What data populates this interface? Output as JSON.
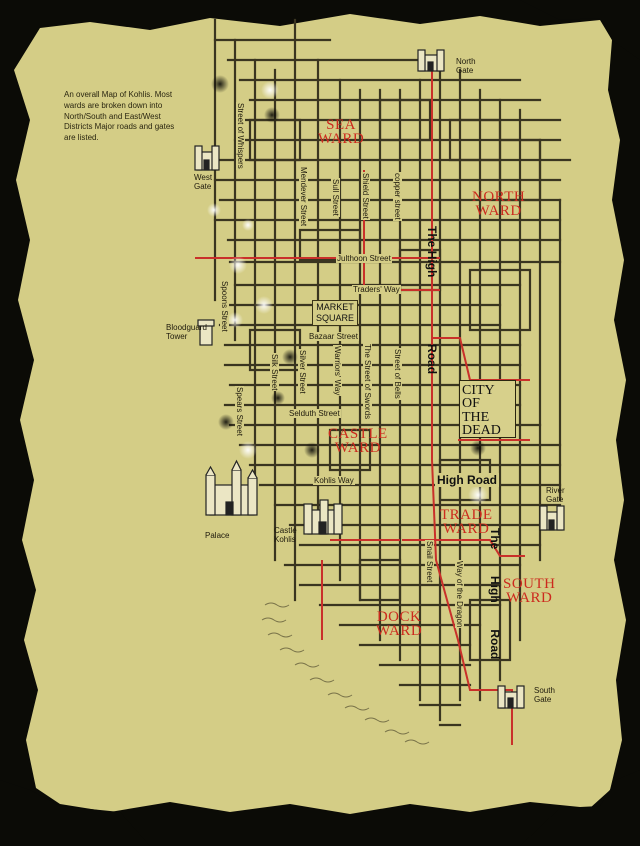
{
  "legend": "An overall Map of Kohlis.  Most wards are broken down into North/South and East/West Districts Major roads and gates are listed.",
  "wards": {
    "sea": [
      "SEA",
      "WARD"
    ],
    "north": [
      "NORTH",
      "WARD"
    ],
    "castle": [
      "CASTLE",
      "WARD"
    ],
    "trade": [
      "TRADE",
      "WARD"
    ],
    "south": [
      "SOUTH",
      "WARD"
    ],
    "dock": [
      "DOCK",
      "WARD"
    ]
  },
  "city_of_the_dead": [
    "CITY OF",
    "THE",
    "DEAD"
  ],
  "market_square": [
    "MARKET",
    "SQUARE"
  ],
  "gates": {
    "north": [
      "North",
      "Gate"
    ],
    "west": [
      "West",
      "Gate"
    ],
    "river": [
      "River",
      "Gate"
    ],
    "south": [
      "South",
      "Gate"
    ]
  },
  "landmarks": {
    "bloodguard": [
      "Bloodguard",
      "Tower"
    ],
    "palace": "Palace",
    "castle": [
      "Castle",
      "Kohlis"
    ]
  },
  "roads": {
    "high_road_north": [
      "The",
      "High",
      "Road"
    ],
    "high_road_center": "High Road",
    "high_road_south": [
      "The",
      "High",
      "Road"
    ]
  },
  "streets": {
    "whispers": "Street of Whispers",
    "mendever": "Mendever Street",
    "sull": "Sull Street",
    "shield": "Shield Street",
    "copper": "copper street",
    "julthoon": "Julthoon Street",
    "traders": "Traders' Way",
    "spoons": "Spoons Street",
    "bazaar": "Bazaar Street",
    "warriors": "Warriors' Way",
    "swords": "The Street of Swords",
    "bells": "Street of Bells",
    "silk": "Silk Street",
    "silver": "Silver Street",
    "spears": "Spears Street",
    "selduth": "Selduth Street",
    "kohlis_way": "Kohlis Way",
    "snail": "Snail Street",
    "dragon": "Way of the Dragon"
  },
  "colors": {
    "parchment": "#d4cd86",
    "street_line": "#3a3520",
    "ward_text": "#cc2a1e",
    "major_road": "#c9302a"
  }
}
